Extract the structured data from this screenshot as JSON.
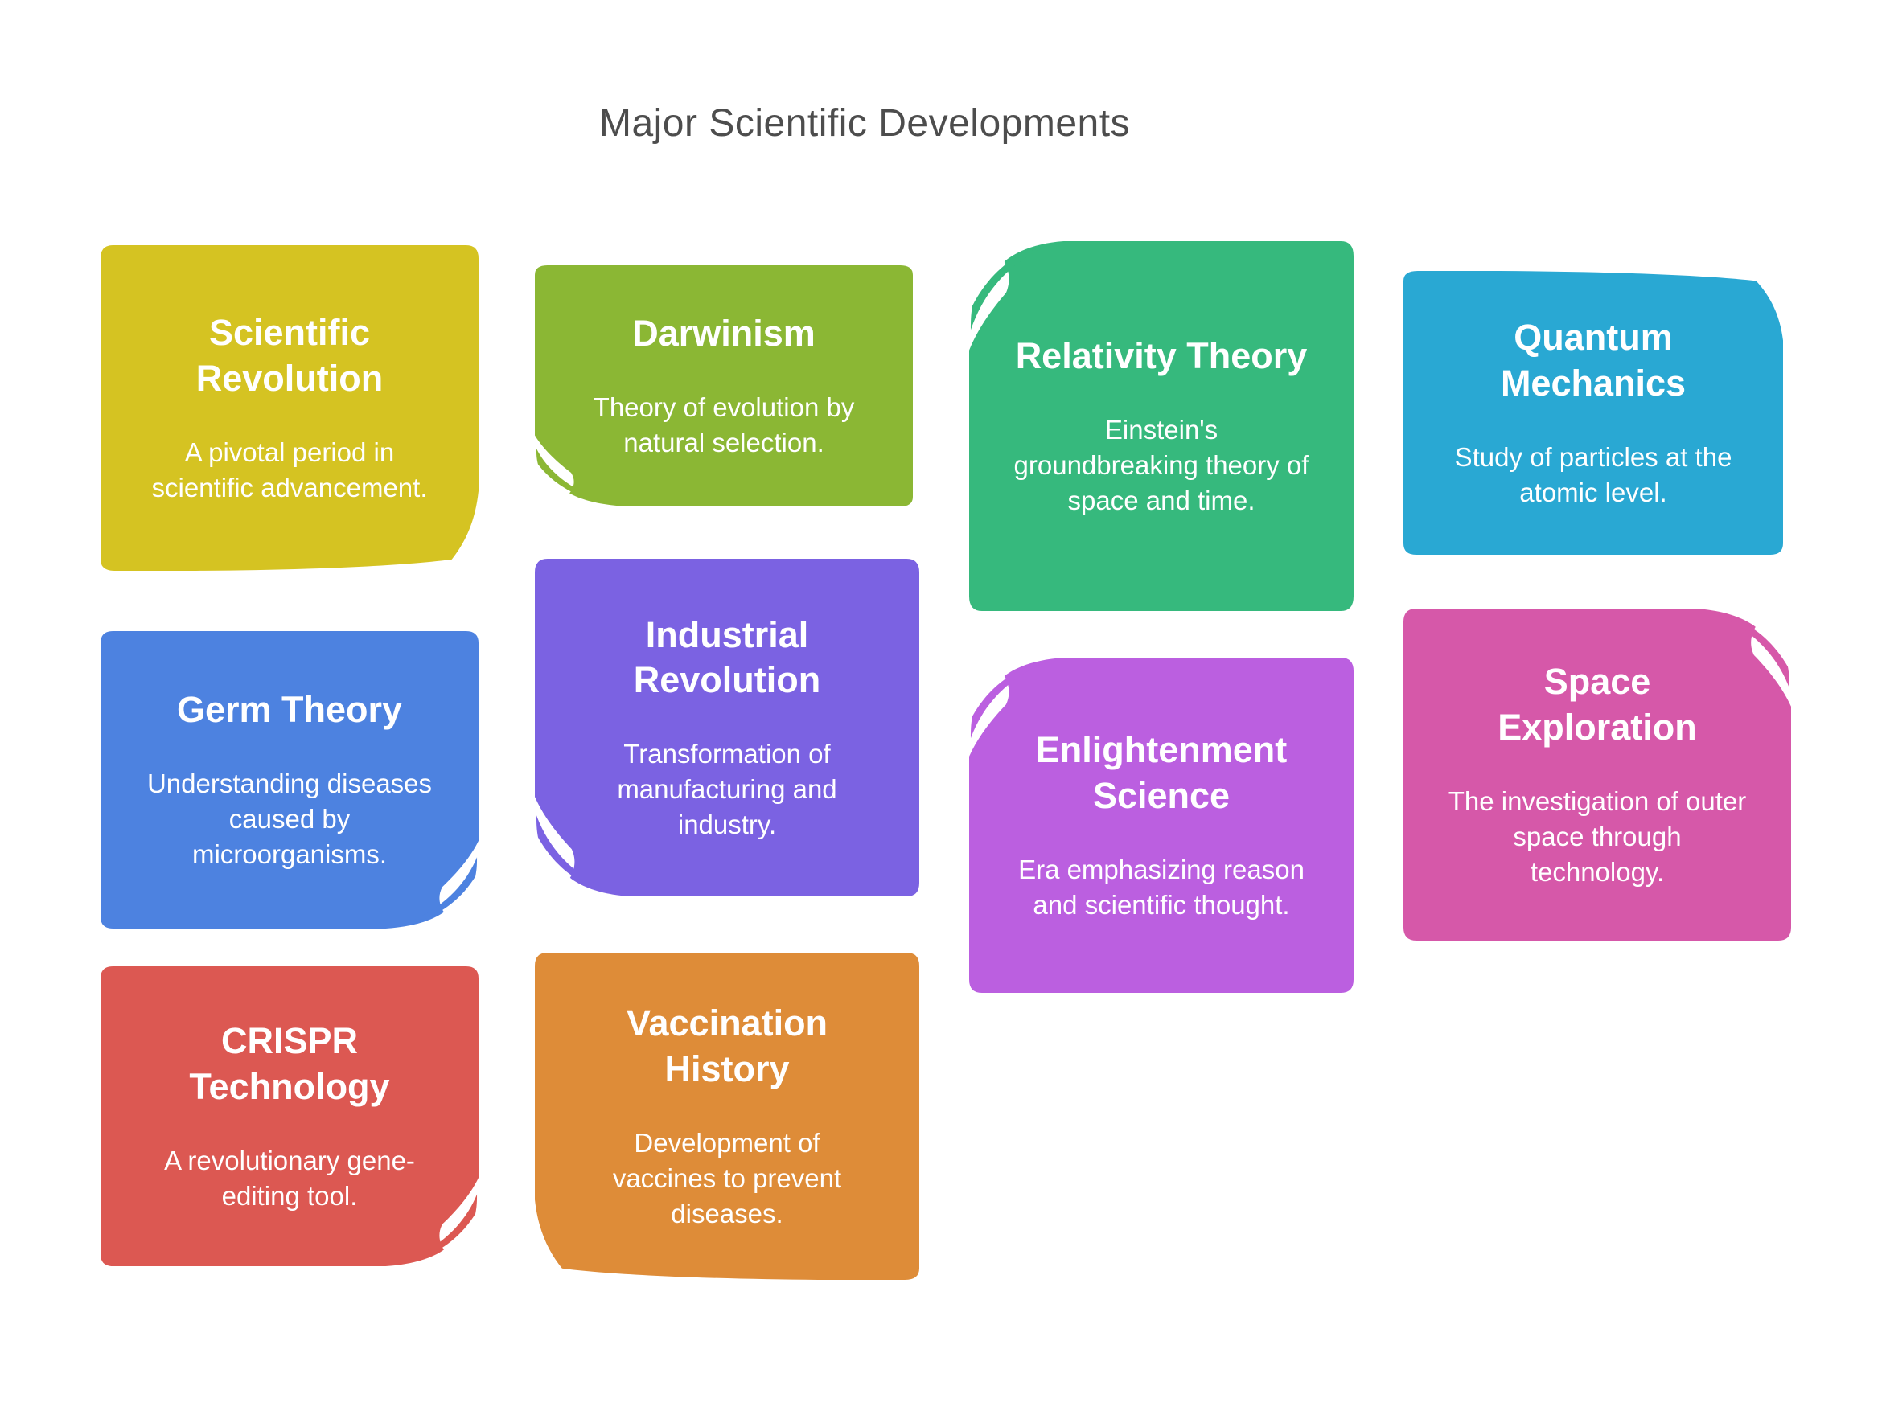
{
  "page": {
    "title": "Major Scientific Developments",
    "background": "#ffffff",
    "title_color": "#4d4d4d",
    "text_color": "#ffffff"
  },
  "cards": [
    {
      "title": "Scientific Revolution",
      "description": "A pivotal period in scientific advancement.",
      "color": "#d5c322"
    },
    {
      "title": "Darwinism",
      "description": "Theory of evolution by natural selection.",
      "color": "#8bb734"
    },
    {
      "title": "Relativity Theory",
      "description": "Einstein's groundbreaking theory of space and time.",
      "color": "#36b97d"
    },
    {
      "title": "Quantum Mechanics",
      "description": "Study of particles at the atomic level.",
      "color": "#29a8d3"
    },
    {
      "title": "Germ Theory",
      "description": "Understanding diseases caused by microorganisms.",
      "color": "#4d82e0"
    },
    {
      "title": "Industrial Revolution",
      "description": "Transformation of manufacturing and industry.",
      "color": "#7b62e2"
    },
    {
      "title": "Enlightenment Science",
      "description": "Era emphasizing reason and scientific thought.",
      "color": "#bb5fe0"
    },
    {
      "title": "Space Exploration",
      "description": "The investigation of outer space through technology.",
      "color": "#d658a9"
    },
    {
      "title": "CRISPR Technology",
      "description": "A revolutionary gene-editing tool.",
      "color": "#dc5852"
    },
    {
      "title": "Vaccination History",
      "description": "Development of vaccines to prevent diseases.",
      "color": "#de8c38"
    }
  ]
}
